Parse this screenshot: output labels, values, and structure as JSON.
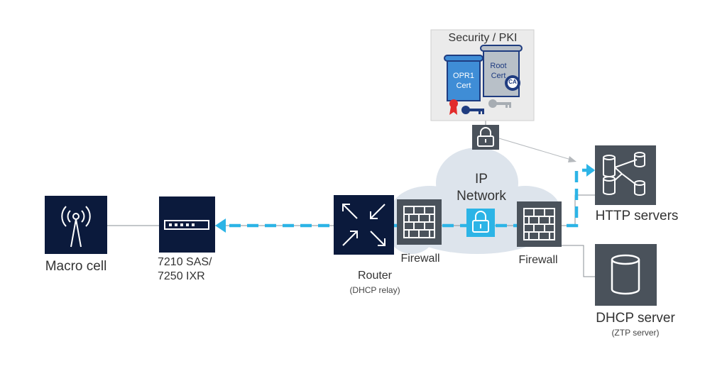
{
  "nodes": {
    "macro_cell": {
      "label": "Macro cell",
      "icon": "antenna-icon"
    },
    "sas_device": {
      "label_line1": "7210 SAS/",
      "label_line2": "7250 IXR",
      "icon": "switch-icon"
    },
    "router": {
      "label": "Router",
      "sublabel": "(DHCP relay)",
      "icon": "router-arrows-icon"
    },
    "firewall_1": {
      "label": "Firewall",
      "icon": "firewall-icon"
    },
    "firewall_2": {
      "label": "Firewall",
      "icon": "firewall-icon"
    },
    "ip_network": {
      "label_line1": "IP",
      "label_line2": "Network",
      "icon": "cloud-icon"
    },
    "http_servers": {
      "label": "HTTP servers",
      "icon": "server-cluster-icon"
    },
    "dhcp_server": {
      "label": "DHCP server",
      "sublabel": "(ZTP server)",
      "icon": "database-icon"
    },
    "security_pki": {
      "title": "Security / PKI",
      "cert_left": [
        "OPR1",
        "Cert"
      ],
      "cert_right": [
        "Root",
        "Cert"
      ],
      "ca_badge": "CA",
      "icons": [
        "certificate-icon",
        "key-icon",
        "lock-icon"
      ]
    }
  },
  "colors": {
    "node_dark": "#0b1a3c",
    "node_gray": "#4a525b",
    "flow_dashed": "#2cb4e6",
    "cloud": "#dde4ec",
    "cert_blue": "#3f8dd6",
    "cert_gray": "#b8c0c8",
    "seal_red": "#e22b2b",
    "key_navy": "#1f3c80"
  }
}
